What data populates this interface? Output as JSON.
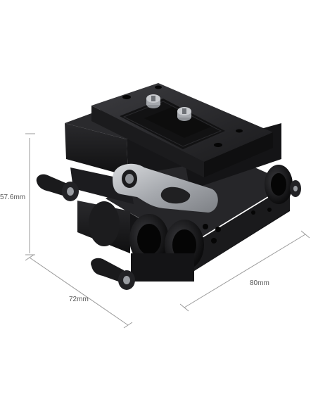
{
  "dimensions": {
    "height": "57.6mm",
    "depth": "72mm",
    "width": "80mm"
  },
  "colors": {
    "background": "#ffffff",
    "body": "#1b1b1d",
    "body_highlight": "#3a3a3e",
    "lever": "#a8abb0",
    "dimension_line": "#9a9a9a"
  }
}
